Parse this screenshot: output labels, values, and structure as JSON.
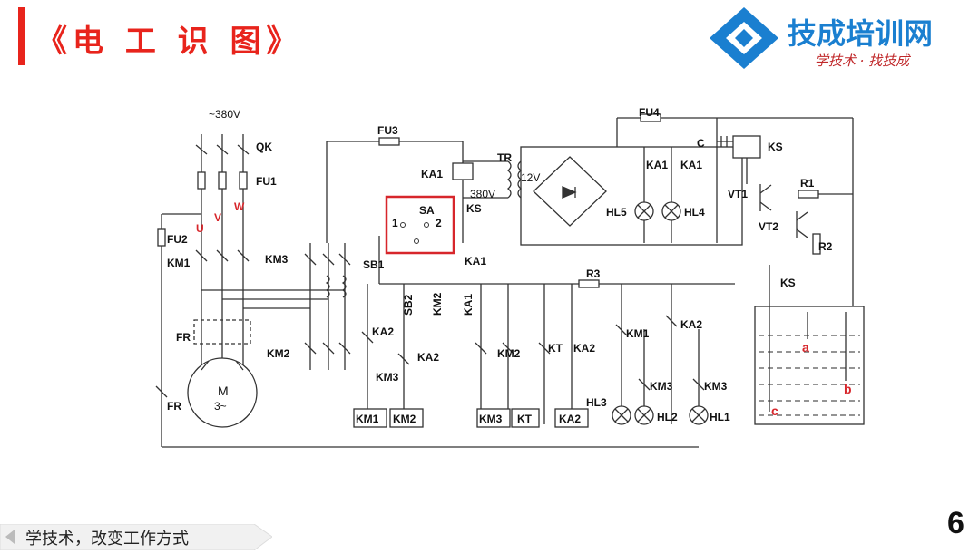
{
  "header": {
    "title": "《电 工 识 图》"
  },
  "logo": {
    "name": "技成培训网",
    "slogan": "学技术 · 找技成"
  },
  "footer": {
    "text": "学技术，改变工作方式"
  },
  "page_number": "6",
  "colors": {
    "accent": "#e8241c",
    "brand_blue": "#1a7fd0",
    "highlight": "#d7262b"
  },
  "diagram": {
    "supply": "~380V",
    "phases": [
      "U",
      "V",
      "W"
    ],
    "labels": {
      "qk": "QK",
      "fu1": "FU1",
      "fu2": "FU2",
      "fu3": "FU3",
      "fu4": "FU4",
      "km1": "KM1",
      "km2": "KM2",
      "km3": "KM3",
      "fr": "FR",
      "motor_m": "M",
      "motor_3": "3~",
      "ka1": "KA1",
      "ka2": "KA2",
      "tr": "TR",
      "v12": "12V",
      "v380": "380V",
      "ks": "KS",
      "sa": "SA",
      "sa1": "1",
      "sa2": "2",
      "sb1": "SB1",
      "sb2": "SB2",
      "r1": "R1",
      "r2": "R2",
      "r3": "R3",
      "c": "C",
      "vt1": "VT1",
      "vt2": "VT2",
      "hl1": "HL1",
      "hl2": "HL2",
      "hl3": "HL3",
      "hl4": "HL4",
      "hl5": "HL5",
      "kt": "KT",
      "probe_a": "a",
      "probe_b": "b",
      "probe_c": "c"
    }
  }
}
